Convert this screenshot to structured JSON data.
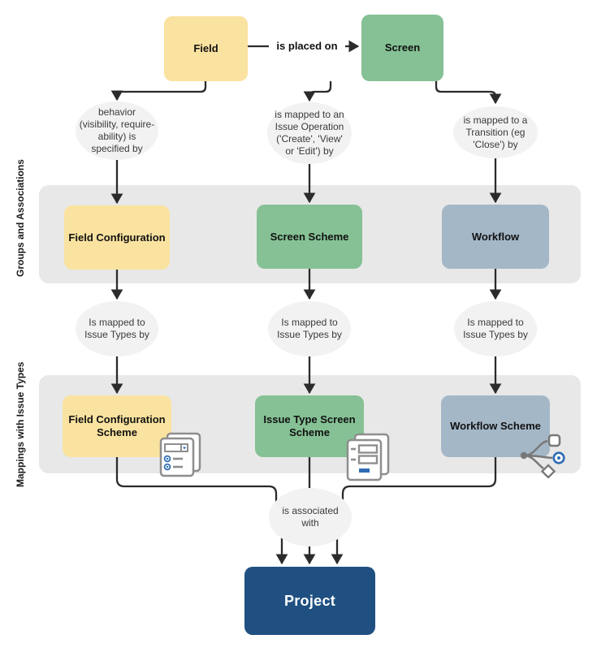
{
  "colors": {
    "yellow": "#FAE3A0",
    "green": "#85C194",
    "slate": "#A4B7C7",
    "project_blue": "#1F5081",
    "band_gray": "#E8E8E8",
    "ellipse_gray": "#F2F2F2",
    "line": "#2B2B2B",
    "icon_gray": "#8E8E8E",
    "icon_blue": "#2E6CB5"
  },
  "bands": {
    "groups": "Groups and Associations",
    "mappings": "Mappings with Issue Types"
  },
  "nodes": {
    "field": "Field",
    "screen": "Screen",
    "field_configuration": "Field Configuration",
    "screen_scheme": "Screen Scheme",
    "workflow": "Workflow",
    "field_configuration_scheme": "Field Configuration\nScheme",
    "issue_type_screen_scheme": "Issue Type Screen\nScheme",
    "workflow_scheme": "Workflow Scheme",
    "project": "Project"
  },
  "edges": {
    "field_to_screen": "is placed on",
    "field_behavior": "behavior\n(visibility, require-\nability) is\nspecified by",
    "screen_issue_operation": "is mapped to an\nIssue Operation\n('Create', 'View'\nor 'Edit') by",
    "screen_transition": "is mapped to a\nTransition (eg\n'Close') by",
    "fc_issue_types": "Is mapped to\nIssue Types by",
    "ss_issue_types": "Is mapped to\nIssue Types by",
    "wf_issue_types": "Is mapped to\nIssue Types by",
    "associated_with": "is associated\nwith"
  },
  "icons": {
    "field_configuration_scheme": "form-fields-icon",
    "issue_type_screen_scheme": "screen-form-icon",
    "workflow_scheme": "workflow-branch-icon"
  }
}
